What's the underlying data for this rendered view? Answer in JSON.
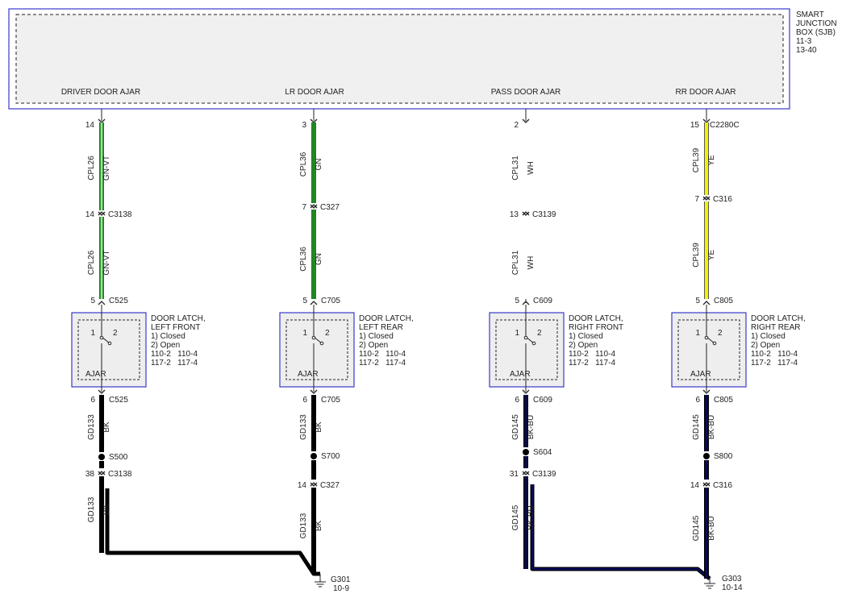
{
  "sjb": {
    "name_lines": [
      "SMART",
      "JUNCTION",
      "BOX (SJB)",
      "11-3",
      "13-40"
    ],
    "outputs": [
      "DRIVER DOOR AJAR",
      "LR DOOR AJAR",
      "PASS DOOR AJAR",
      "RR DOOR AJAR"
    ]
  },
  "circuits": [
    {
      "sjb_pin": "14",
      "sjb_connector": "",
      "upper_circuit": "CPL26",
      "upper_color": "GN-VT",
      "mid_pin": "14",
      "mid_connector": "C3138",
      "lower_circuit": "CPL26",
      "lower_color": "GN-VT",
      "latch_pin_top": "5",
      "latch_connector_top": "C525",
      "latch_title_lines": [
        "DOOR LATCH,",
        "LEFT FRONT"
      ],
      "latch_state_lines": [
        "1) Closed",
        "2) Open"
      ],
      "latch_refs": [
        "110-2   110-4",
        "117-2   117-4"
      ],
      "switch_label": "AJAR",
      "switch_pos1": "1",
      "switch_pos2": "2",
      "latch_pin_bottom": "6",
      "latch_connector_bottom": "C525",
      "ground_circuit_1": "GD133",
      "ground_color_1": "BK",
      "splice": "S500",
      "ground_pin_2": "38",
      "ground_connector_2": "C3138",
      "ground_circuit_2": "GD133",
      "ground_color_2": "BK"
    },
    {
      "sjb_pin": "3",
      "sjb_connector": "",
      "upper_circuit": "CPL36",
      "upper_color": "GN",
      "mid_pin": "7",
      "mid_connector": "C327",
      "lower_circuit": "CPL36",
      "lower_color": "GN",
      "latch_pin_top": "5",
      "latch_connector_top": "C705",
      "latch_title_lines": [
        "DOOR LATCH,",
        "LEFT REAR"
      ],
      "latch_state_lines": [
        "1) Closed",
        "2) Open"
      ],
      "latch_refs": [
        "110-2   110-4",
        "117-2   117-4"
      ],
      "switch_label": "AJAR",
      "switch_pos1": "1",
      "switch_pos2": "2",
      "latch_pin_bottom": "6",
      "latch_connector_bottom": "C705",
      "ground_circuit_1": "GD133",
      "ground_color_1": "BK",
      "splice": "S700",
      "ground_pin_2": "14",
      "ground_connector_2": "C327",
      "ground_circuit_2": "GD133",
      "ground_color_2": "BK"
    },
    {
      "sjb_pin": "2",
      "sjb_connector": "",
      "upper_circuit": "CPL31",
      "upper_color": "WH",
      "mid_pin": "13",
      "mid_connector": "C3139",
      "lower_circuit": "CPL31",
      "lower_color": "WH",
      "latch_pin_top": "5",
      "latch_connector_top": "C609",
      "latch_title_lines": [
        "DOOR LATCH,",
        "RIGHT FRONT"
      ],
      "latch_state_lines": [
        "1) Closed",
        "2) Open"
      ],
      "latch_refs": [
        "110-2   110-4",
        "117-2   117-4"
      ],
      "switch_label": "AJAR",
      "switch_pos1": "1",
      "switch_pos2": "2",
      "latch_pin_bottom": "6",
      "latch_connector_bottom": "C609",
      "ground_circuit_1": "GD145",
      "ground_color_1": "BK-BU",
      "splice": "S604",
      "ground_pin_2": "31",
      "ground_connector_2": "C3139",
      "ground_circuit_2": "GD145",
      "ground_color_2": "BK-BU"
    },
    {
      "sjb_pin": "15",
      "sjb_connector": "C2280C",
      "upper_circuit": "CPL39",
      "upper_color": "YE",
      "mid_pin": "7",
      "mid_connector": "C316",
      "lower_circuit": "CPL39",
      "lower_color": "YE",
      "latch_pin_top": "5",
      "latch_connector_top": "C805",
      "latch_title_lines": [
        "DOOR LATCH,",
        "RIGHT REAR"
      ],
      "latch_state_lines": [
        "1) Closed",
        "2) Open"
      ],
      "latch_refs": [
        "110-2   110-4",
        "117-2   117-4"
      ],
      "switch_label": "AJAR",
      "switch_pos1": "1",
      "switch_pos2": "2",
      "latch_pin_bottom": "6",
      "latch_connector_bottom": "C805",
      "ground_circuit_1": "GD145",
      "ground_color_1": "BK-BU",
      "splice": "S800",
      "ground_pin_2": "14",
      "ground_connector_2": "C316",
      "ground_circuit_2": "GD145",
      "ground_color_2": "BK-BU"
    }
  ],
  "grounds": [
    {
      "name": "G301",
      "ref": "10-9"
    },
    {
      "name": "G303",
      "ref": "10-14"
    }
  ],
  "colors": {
    "box_border": "#3a3acc",
    "box_fill": "#f0f0f0",
    "wire_gn_vt": "#2e9a2e",
    "wire_gn": "#1e8a1e",
    "wire_ye": "#f2f200",
    "wire_bk": "#000000",
    "wire_bk_bu": "#0a0a5a"
  }
}
